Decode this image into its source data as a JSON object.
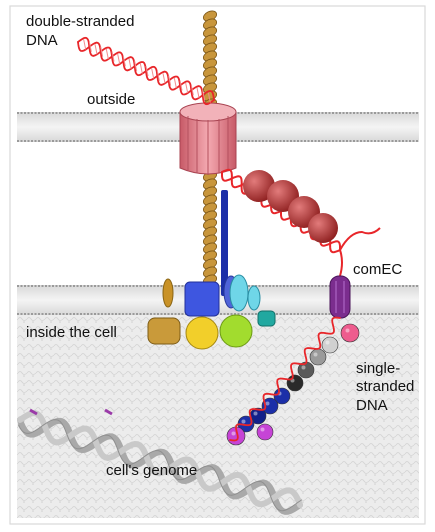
{
  "labels": {
    "dsdna_line1": "double-stranded",
    "dsdna_line2": "DNA",
    "outside": "outside",
    "inside": "inside the cell",
    "comec": "comEC",
    "ssdna_line1": "single-",
    "ssdna_line2": "stranded",
    "ssdna_line3": "DNA",
    "genome": "cell's genome"
  },
  "colors": {
    "dna_red": "#e8262a",
    "membrane": "#bcbcbc",
    "pilus": "#c8963c",
    "channel": "#e7808a",
    "comEC": "#7b2d8e",
    "binding_protein": "#b83535",
    "background": "#eaeaea"
  },
  "icons": [
    "pilus-icon",
    "channel-pore-icon",
    "comEC-icon",
    "protein-complex-icon",
    "genome-helix-icon"
  ]
}
